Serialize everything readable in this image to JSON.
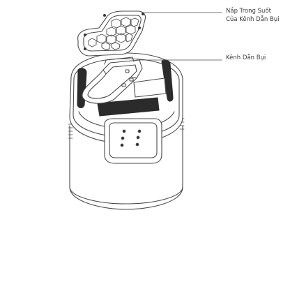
{
  "labels": {
    "transparent_lid_line1": "Nắp Trong Suốt",
    "transparent_lid_line2": "Của Kênh Dẫn Bụi",
    "dust_channel": "Kênh Dẫn Bụi"
  },
  "colors": {
    "stroke": "#4a4a4a",
    "dark_fill": "#2b2b2b",
    "body_fill": "#ffffff"
  }
}
